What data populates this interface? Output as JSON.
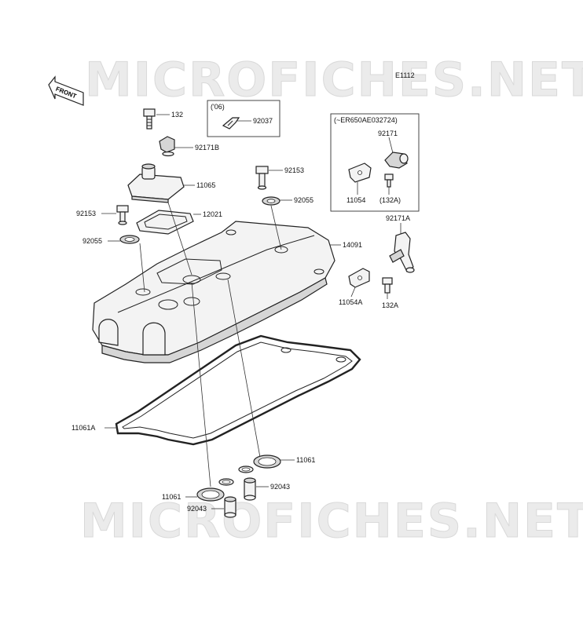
{
  "diagram_code": "E1112",
  "watermark_text": "MICROFICHES.NET",
  "front_arrow_label": "FRONT",
  "variant_box_1": {
    "label": "('06)"
  },
  "variant_box_2": {
    "label": "(~ER650AE032724)"
  },
  "callouts": {
    "c132": "132",
    "c92171B": "92171B",
    "c11065": "11065",
    "c92153_top": "92153",
    "c92055_top": "92055",
    "c92153_left": "92153",
    "c12021": "12021",
    "c92055_left": "92055",
    "c14091": "14091",
    "c92037": "92037",
    "c92171": "92171",
    "c11054": "11054",
    "c132A_box": "(132A)",
    "c92171A": "92171A",
    "c11054A": "11054A",
    "c132A": "132A",
    "c11061A": "11061A",
    "c11061_right": "11061",
    "c92043_right": "92043",
    "c11061_left": "11061",
    "c92043_left": "92043"
  },
  "colors": {
    "line": "#222222",
    "watermark": "#ebebeb"
  }
}
